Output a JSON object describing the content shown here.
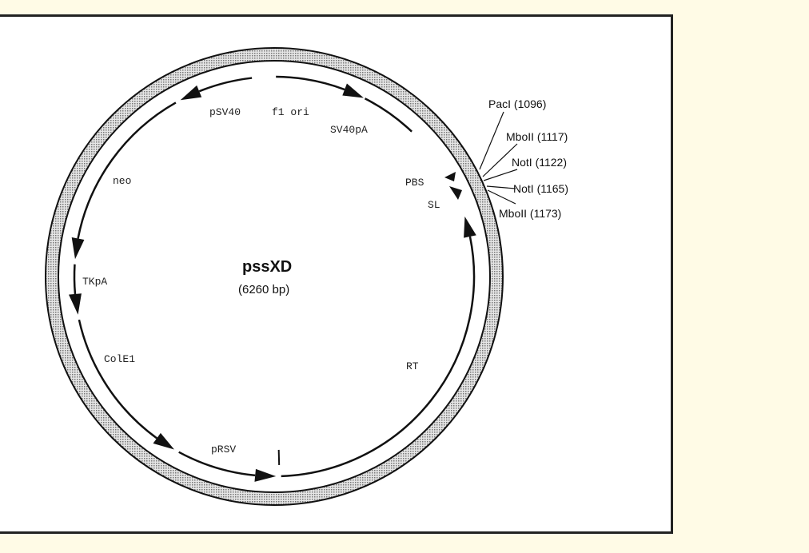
{
  "plasmid": {
    "name": "pssXD",
    "size": "(6260 bp)"
  },
  "features": {
    "pSV40": "pSV40",
    "f1ori": "f1 ori",
    "SV40pA": "SV40pA",
    "neo": "neo",
    "TKpA": "TKpA",
    "ColE1": "ColE1",
    "pRSV": "pRSV",
    "RT": "RT",
    "PBS": "PBS",
    "SL": "SL"
  },
  "sites": [
    "PacI (1096)",
    "MboII (1117)",
    "NotI (1122)",
    "NotI (1165)",
    "MboII (1173)"
  ],
  "colors": {
    "background": "#fffbe6",
    "frame": "#222222",
    "ring": "#bdbdbd"
  }
}
